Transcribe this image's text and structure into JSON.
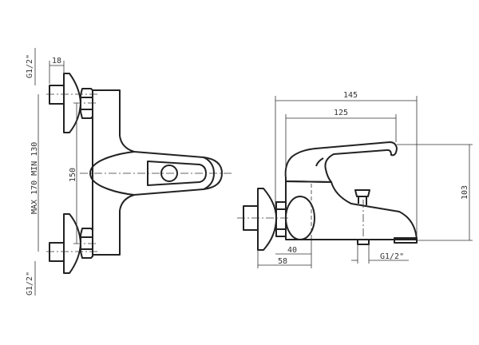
{
  "front_view": {
    "dim_stub_width": "18",
    "dim_inlet_top": "G1/2\"",
    "dim_inlet_bottom": "G1/2\"",
    "dim_centers_range": "MAX 170 MIN 130",
    "dim_centers": "150"
  },
  "side_view": {
    "dim_overall_length": "145",
    "dim_lever_length": "125",
    "dim_height": "103",
    "dim_body_offset": "40",
    "dim_wall_offset": "58",
    "dim_outlet_thread": "G1/2\""
  }
}
